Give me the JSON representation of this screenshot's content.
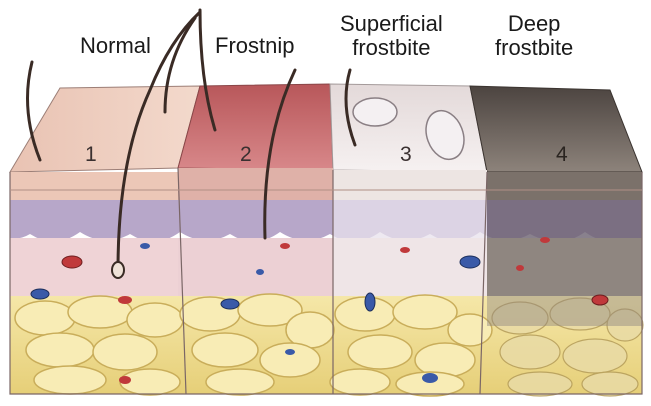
{
  "labels": {
    "normal": "Normal",
    "frostnip": "Frostnip",
    "superficial_line1": "Superficial",
    "superficial_line2": "frostbite",
    "deep_line1": "Deep",
    "deep_line2": "frostbite"
  },
  "numbers": [
    "1",
    "2",
    "3",
    "4"
  ],
  "colors": {
    "skin_normal": "#f0cfc0",
    "skin_frostnip": "#c86b6b",
    "skin_superficial": "#ece6e6",
    "skin_deep": "#6b625c",
    "dermis": "#b7a7c9",
    "fat": "#f3e39b",
    "vessel_red": "#c0393b",
    "vessel_blue": "#3a5aa8",
    "hair": "#3a2b25"
  }
}
